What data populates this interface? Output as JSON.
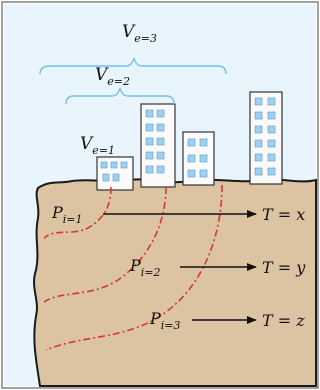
{
  "ve_labels": [
    {
      "var": "V",
      "sub": "e=3"
    },
    {
      "var": "V",
      "sub": "e=2"
    },
    {
      "var": "V",
      "sub": "e=1"
    }
  ],
  "points": [
    {
      "var": "P",
      "sub": "i=1",
      "result": "T = x"
    },
    {
      "var": "P",
      "sub": "i=2",
      "result": "T = y"
    },
    {
      "var": "P",
      "sub": "i=3",
      "result": "T = z"
    }
  ],
  "colors": {
    "sky": "#e9f5fd",
    "soil": "#dcc3a1",
    "outline": "#1a1a1a",
    "zone_line": "#d23a2a",
    "bracket": "#79bde6",
    "building_fill": "#fafafa",
    "window": "#9fd0f0"
  },
  "icons": [
    "building-icon",
    "arrow-right-icon",
    "curly-brace-icon"
  ]
}
